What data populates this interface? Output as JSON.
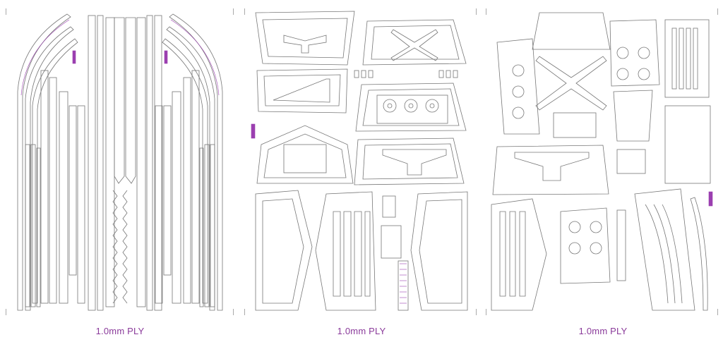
{
  "colors": {
    "cut_line": "#777777",
    "engrave": "#9b3fb0",
    "label_text": "#8a3a9a",
    "background": "#ffffff"
  },
  "sheets": [
    {
      "label": "1.0mm PLY"
    },
    {
      "label": "1.0mm PLY"
    },
    {
      "label": "1.0mm PLY"
    }
  ]
}
